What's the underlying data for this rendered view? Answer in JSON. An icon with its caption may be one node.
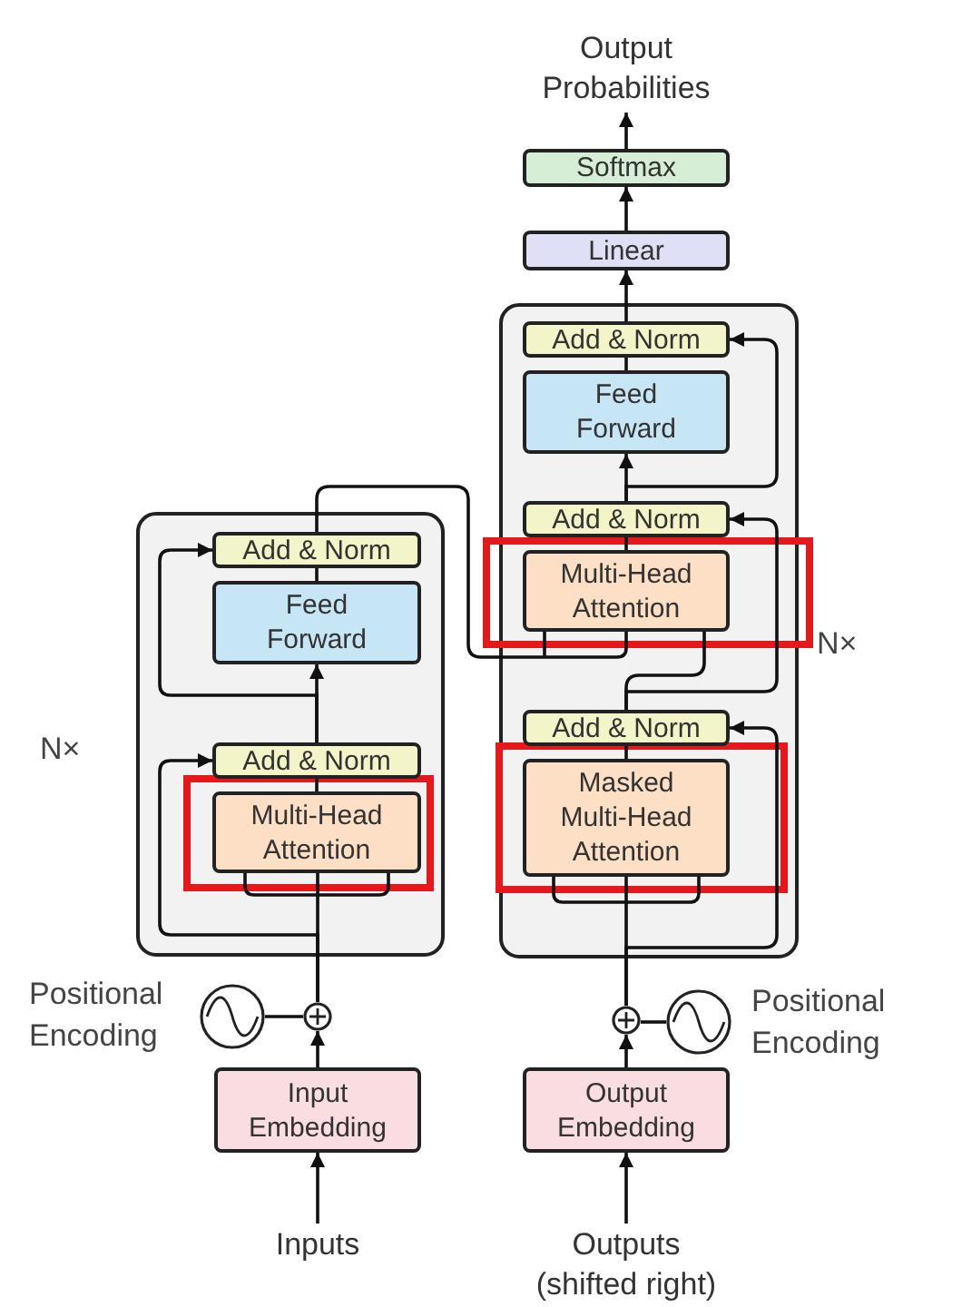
{
  "diagram": {
    "nodes": [
      {
        "text": [],
        "shape": "box",
        "beside": [
          "N×"
        ]
      },
      {
        "text": [
          "Add & Norm"
        ],
        "in": 0
      },
      {
        "text": [
          "Feed Forward"
        ],
        "in": 0
      },
      {
        "text": [
          "Add & Norm"
        ],
        "in": 0
      },
      {
        "text": [
          "Multi-Head Attention"
        ],
        "in": 0
      },
      {
        "text": [],
        "shape": "box",
        "beside": [
          "N×"
        ]
      },
      {
        "text": [
          "Add & Norm"
        ],
        "in": 5
      },
      {
        "text": [
          "Feed Forward"
        ],
        "in": 5
      },
      {
        "text": [
          "Add & Norm"
        ],
        "in": 5
      },
      {
        "text": [
          "Multi-Head Attention"
        ],
        "in": 5
      },
      {
        "text": [
          "Add & Norm"
        ],
        "in": 5
      },
      {
        "text": [
          "Masked Multi-Head Attention"
        ],
        "in": 5
      },
      {
        "text": [
          "Linear"
        ]
      },
      {
        "text": [
          "Softmax"
        ]
      },
      {
        "text": [
          "Output Probabilities"
        ]
      },
      {
        "text": [
          "Input Embedding"
        ]
      },
      {
        "text": [
          "Output Embedding"
        ]
      },
      {
        "text": [
          "Inputs"
        ]
      },
      {
        "text": [
          "Outputs (shifted right)"
        ]
      },
      {
        "text": [],
        "shape": "circle"
      },
      {
        "text": [],
        "shape": "circle"
      },
      {
        "text": [],
        "shape": "circle",
        "beside": [
          "Positional Encoding"
        ]
      },
      {
        "text": [],
        "shape": "circle",
        "beside": [
          "Positional Encoding"
        ]
      }
    ],
    "edges": [
      {
        "from": 17,
        "to": 15,
        "arrow": "to"
      },
      {
        "from": 15,
        "to": 19,
        "arrow": "to"
      },
      {
        "from": 21,
        "to": 19,
        "arrow": "none"
      },
      {
        "from": 19,
        "to": 4,
        "arrow": "none"
      },
      {
        "from": 19,
        "to": 3,
        "arrow": "to"
      },
      {
        "from": 4,
        "to": 3,
        "arrow": "none"
      },
      {
        "from": 3,
        "to": 2,
        "arrow": "to"
      },
      {
        "from": 3,
        "to": 1,
        "arrow": "to"
      },
      {
        "from": 2,
        "to": 1,
        "arrow": "none"
      },
      {
        "from": 1,
        "to": 9,
        "arrow": "none"
      },
      {
        "from": 10,
        "to": 9,
        "arrow": "none"
      },
      {
        "from": 10,
        "to": 8,
        "arrow": "to"
      },
      {
        "from": 9,
        "to": 8,
        "arrow": "none"
      },
      {
        "from": 8,
        "to": 7,
        "arrow": "to"
      },
      {
        "from": 8,
        "to": 6,
        "arrow": "to"
      },
      {
        "from": 7,
        "to": 6,
        "arrow": "none"
      },
      {
        "from": 6,
        "to": 12,
        "arrow": "to"
      },
      {
        "from": 12,
        "to": 13,
        "arrow": "to"
      },
      {
        "from": 13,
        "to": 14,
        "arrow": "to"
      },
      {
        "from": 18,
        "to": 16,
        "arrow": "to"
      },
      {
        "from": 16,
        "to": 20,
        "arrow": "to"
      },
      {
        "from": 22,
        "to": 20,
        "arrow": "none"
      },
      {
        "from": 20,
        "to": 11,
        "arrow": "none"
      },
      {
        "from": 20,
        "to": 10,
        "arrow": "to"
      },
      {
        "from": 11,
        "to": 10,
        "arrow": "none"
      }
    ]
  }
}
